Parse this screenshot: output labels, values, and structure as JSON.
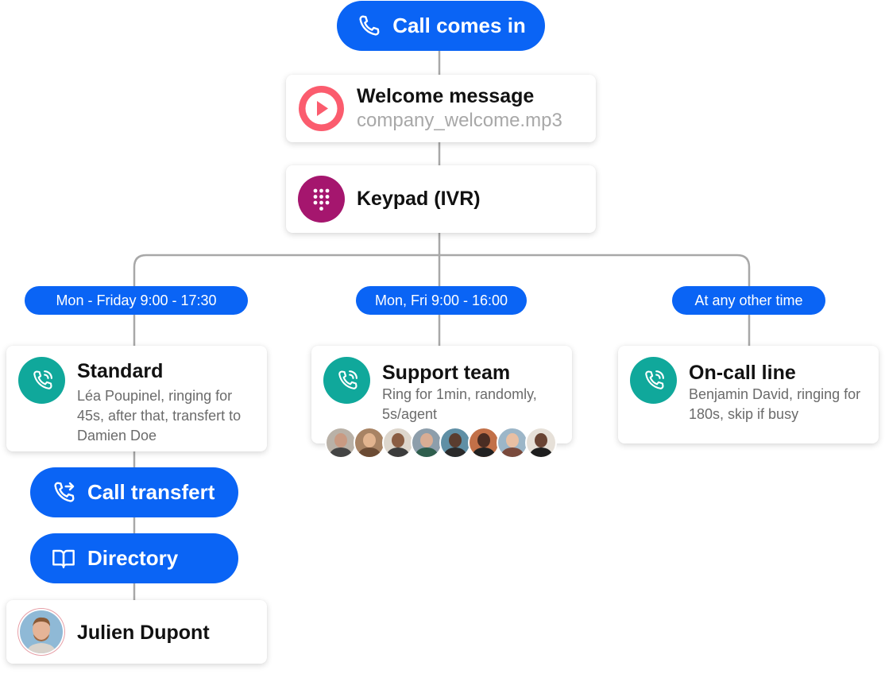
{
  "start": {
    "label": "Call comes in",
    "icon": "phone-icon"
  },
  "welcome": {
    "title": "Welcome message",
    "file": "company_welcome.mp3",
    "icon": "play-icon",
    "color": "#fb5c6e"
  },
  "keypad": {
    "title": "Keypad (IVR)",
    "icon": "keypad-icon",
    "color": "#a5166e"
  },
  "branches": [
    {
      "schedule": "Mon - Friday 9:00 - 17:30",
      "title": "Standard",
      "description": "Léa Poupinel, ringing for 45s, after that, transfert to Damien Doe",
      "icon": "phone-ringing-icon"
    },
    {
      "schedule": "Mon, Fri 9:00 - 16:00",
      "title": "Support team",
      "description": "Ring for 1min, randomly, 5s/agent",
      "icon": "phone-ringing-icon"
    },
    {
      "schedule": "At any other time",
      "title": "On-call line",
      "description": "Benjamin David, ringing for 180s, skip if busy",
      "icon": "phone-ringing-icon"
    }
  ],
  "transfer": {
    "label": "Call transfert",
    "icon": "phone-forward-icon"
  },
  "directory": {
    "label": "Directory",
    "icon": "book-icon"
  },
  "contact": {
    "name": "Julien Dupont",
    "icon": "avatar"
  },
  "colors": {
    "accent": "#0a64f5",
    "teal": "#10a89b",
    "line": "#a8a8a8"
  }
}
